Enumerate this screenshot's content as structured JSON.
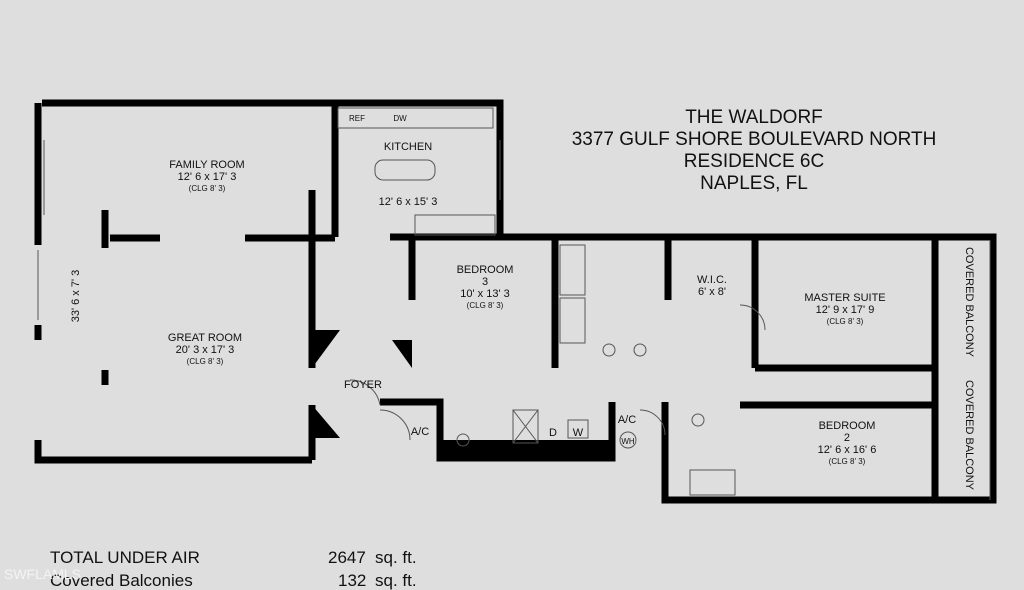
{
  "title": {
    "line1": "THE WALDORF",
    "line2": "3377 GULF SHORE BOULEVARD NORTH",
    "line3": "RESIDENCE 6C",
    "line4": "NAPLES, FL"
  },
  "rooms": {
    "family": {
      "name": "FAMILY ROOM",
      "dims": "12' 6 x 17' 3",
      "clg": "(CLG 8' 3)"
    },
    "great": {
      "name": "GREAT ROOM",
      "dims": "20' 3 x 17' 3",
      "clg": "(CLG 8' 3)"
    },
    "overall": "33' 6 x 7' 3",
    "kitchen": {
      "name": "KITCHEN",
      "dims": "12' 6 x 15' 3"
    },
    "bed3": {
      "name": "BEDROOM",
      "num": "3",
      "dims": "10' x 13' 3",
      "clg": "(CLG 8' 3)"
    },
    "wic": {
      "name": "W.I.C.",
      "dims": "6' x 8'"
    },
    "master": {
      "name": "MASTER SUITE",
      "dims": "12' 9 x 17' 9",
      "clg": "(CLG 8' 3)"
    },
    "bed2": {
      "name": "BEDROOM",
      "num": "2",
      "dims": "12' 6 x 16' 6",
      "clg": "(CLG 8' 3)"
    },
    "foyer": "FOYER",
    "balcony1": "COVERED BALCONY",
    "balcony2": "COVERED BALCONY"
  },
  "fixtures": {
    "ref": "REF",
    "dw": "DW",
    "ac1": "A/C",
    "ac2": "A/C",
    "d": "D",
    "w": "W",
    "wh": "WH"
  },
  "summary": {
    "under_air_label": "TOTAL UNDER AIR",
    "under_air_value": "2647",
    "under_air_unit": "sq. ft.",
    "balc_label": "Covered Balconies",
    "balc_value": "132",
    "balc_unit": "sq. ft."
  },
  "watermark": "SWFLAMLS"
}
